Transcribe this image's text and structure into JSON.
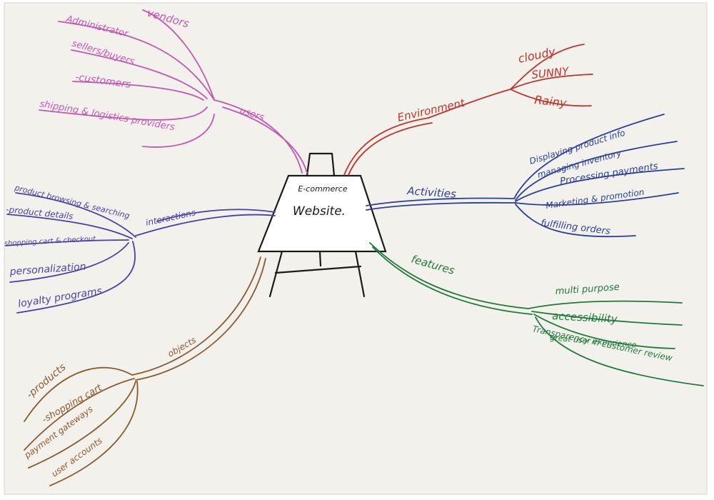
{
  "center": {
    "line1": "E-commerce",
    "line2": "Website."
  },
  "colors": {
    "users": "#c455b4",
    "environment": "#c1322b",
    "activities": "#2a3f9a",
    "interactions": "#4a3fa6",
    "features": "#1f7a3a",
    "objects": "#8b5a2b",
    "ink": "#1a1a1a",
    "paper": "#f3f1ec"
  },
  "branches": {
    "users": {
      "label": "users",
      "items": [
        "vendors",
        "Administrator",
        "sellers/buyers",
        "-customers",
        "shipping & logistics providers"
      ]
    },
    "environment": {
      "label": "Environment",
      "items": [
        "cloudy",
        "SUNNY",
        "Rainy"
      ]
    },
    "activities": {
      "label": "Activities",
      "items": [
        "Displaying product info",
        "managing inventory",
        "Processing payments",
        "Marketing & promotion",
        "fulfilling orders"
      ]
    },
    "interactions": {
      "label": "interactions",
      "items": [
        "product browsing & searching",
        "-product details",
        "shopping cart & checkout",
        "personalization",
        "loyalty programs"
      ]
    },
    "features": {
      "label": "features",
      "items": [
        "multi purpose",
        "accessibility",
        "great user experience",
        "Transparency in customer review"
      ]
    },
    "objects": {
      "label": "objects",
      "items": [
        "-products",
        "-shopping cart",
        "payment gateways",
        "user accounts"
      ]
    }
  }
}
